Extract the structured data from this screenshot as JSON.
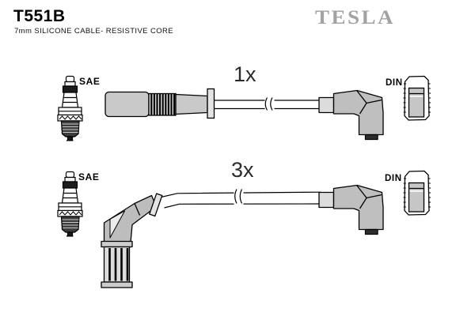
{
  "header": {
    "part_number": "T551B",
    "description": "7mm SILICONE CABLE- RESISTIVE CORE",
    "brand_logo": "TESLA"
  },
  "rows": [
    {
      "plug_end_label": "SAE",
      "quantity_label": "1x",
      "distributor_end_label": "DIN"
    },
    {
      "plug_end_label": "SAE",
      "quantity_label": "3x",
      "distributor_end_label": "DIN"
    }
  ],
  "colors": {
    "background": "#ffffff",
    "outline": "#000000",
    "boot_gray": "#c0c0c0",
    "boot_light": "#e4e4e4",
    "cap_dark": "#2e2e2e",
    "brand_gray": "#a2a2a2",
    "label_text": "#000000",
    "quantity_text": "#2b2b2b"
  }
}
